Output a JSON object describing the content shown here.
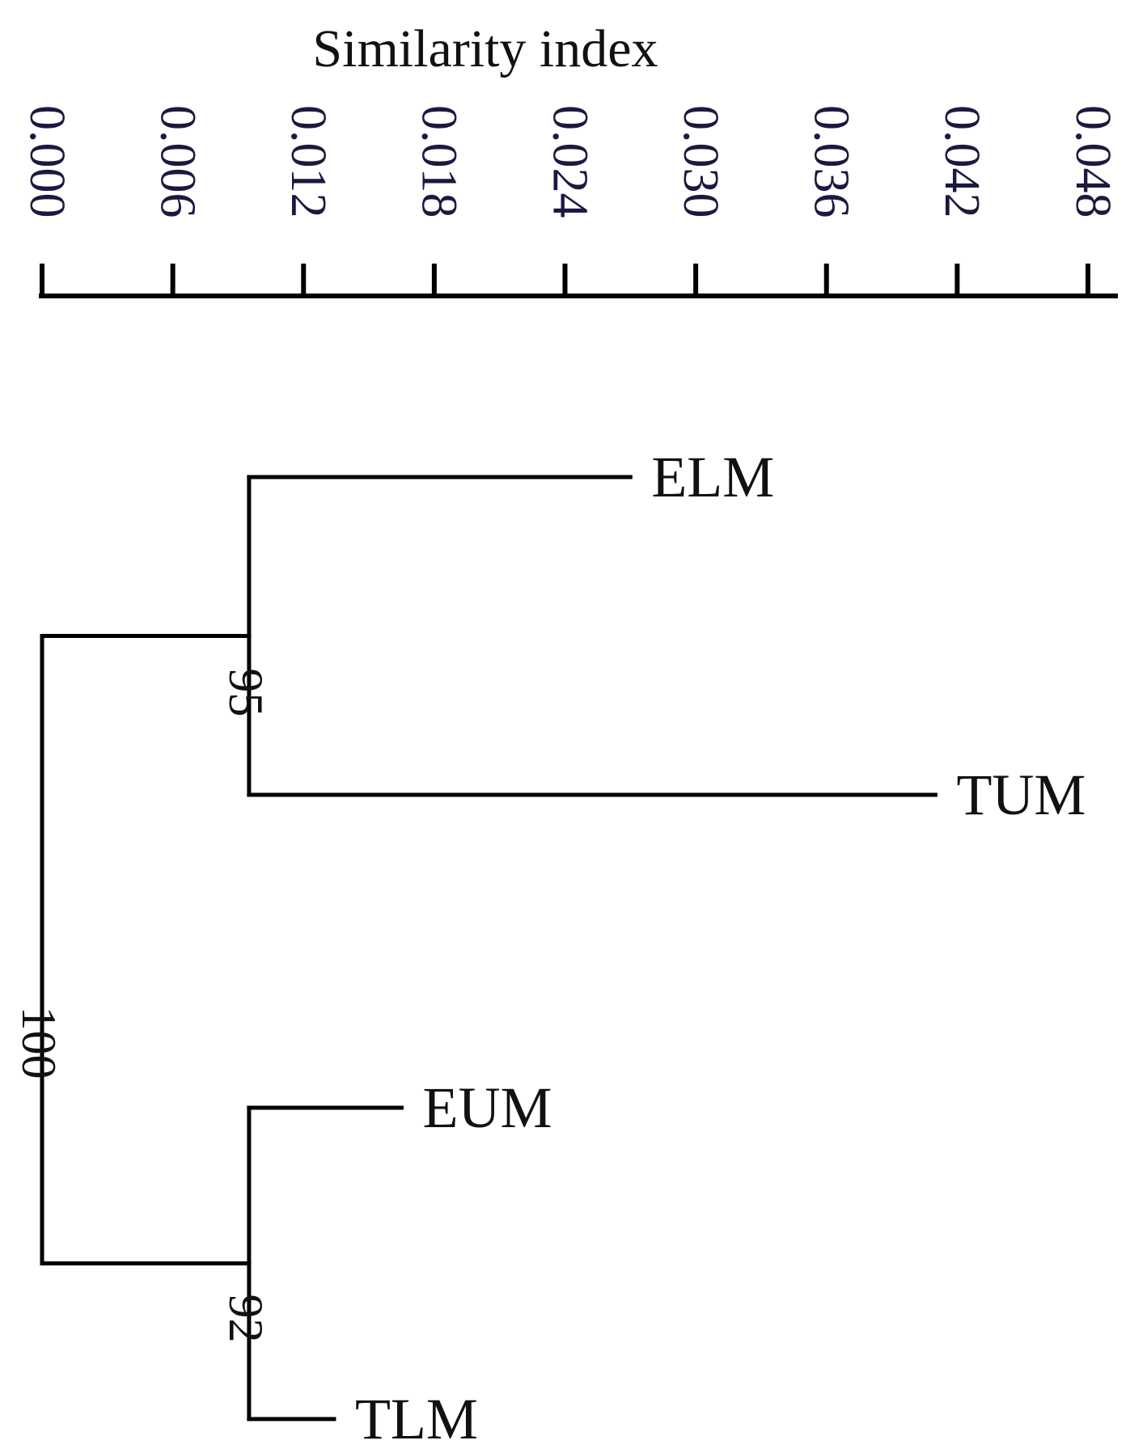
{
  "axis": {
    "title": "Similarity index",
    "min": 0,
    "max": 0.048,
    "ticks": [
      "0.000",
      "0.006",
      "0.012",
      "0.018",
      "0.024",
      "0.030",
      "0.036",
      "0.042",
      "0.048"
    ]
  },
  "tree": {
    "leaves": [
      "ELM",
      "TUM",
      "EUM",
      "TLM"
    ],
    "clusters": [
      {
        "id": "c1",
        "members": [
          "ELM",
          "TUM"
        ],
        "support": "95",
        "height": 0.0095
      },
      {
        "id": "c2",
        "members": [
          "EUM",
          "TLM"
        ],
        "support": "92",
        "height": 0.0095
      },
      {
        "id": "root",
        "members": [
          "c1",
          "c2"
        ],
        "support": "100",
        "height": 0.0
      }
    ],
    "branch_ends": {
      "ELM": 0.027,
      "TUM": 0.041,
      "EUM": 0.0165,
      "TLM": 0.0134
    }
  },
  "colors": {
    "line": "#000000",
    "tick_text": "#1a1a40",
    "label_text": "#111111"
  }
}
